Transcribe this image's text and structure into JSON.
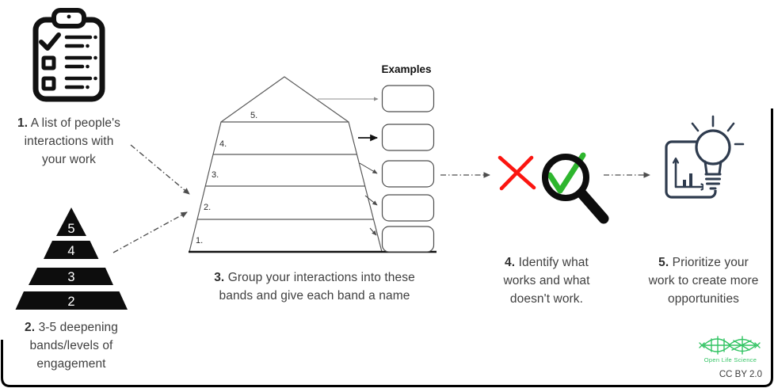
{
  "steps": [
    {
      "num": "1.",
      "lines": [
        "A list of people's",
        "interactions with",
        "your work"
      ]
    },
    {
      "num": "2.",
      "lines": [
        "3-5 deepening",
        "bands/levels of",
        "engagement"
      ]
    },
    {
      "num": "3.",
      "lines": [
        "Group your interactions into these",
        "bands and give each band a name"
      ]
    },
    {
      "num": "4.",
      "lines": [
        "Identify what",
        "works and what",
        "doesn't work."
      ]
    },
    {
      "num": "5.",
      "lines": [
        "Prioritize your",
        "work to create more",
        "opportunities"
      ]
    }
  ],
  "examples": {
    "label": "Examples",
    "box_count": 5
  },
  "solid_pyramid": {
    "levels": [
      "5",
      "4",
      "3",
      "2"
    ]
  },
  "outlined_pyramid": {
    "band_labels": [
      "5.",
      "4.",
      "3.",
      "2.",
      "1."
    ]
  },
  "footer": {
    "logo_text": "Open Life Science",
    "license": "CC BY 2.0"
  },
  "icons": {
    "step1": "clipboard-checklist-icon",
    "step2": "solid-pyramid-icon",
    "step4": "red-x-and-magnifier-check-icon",
    "step5": "lightbulb-chart-icon",
    "footer": "open-life-science-dna-logo"
  },
  "colors": {
    "text": "#3f3f3f",
    "icon_black": "#0d0d0d",
    "line_gray": "#595959",
    "arrow_gray": "#4d4d4d",
    "red_x": "#fb1510",
    "green_check": "#2eb62e",
    "logo_green": "#33c464",
    "icon_navy": "#2e3b4e"
  }
}
